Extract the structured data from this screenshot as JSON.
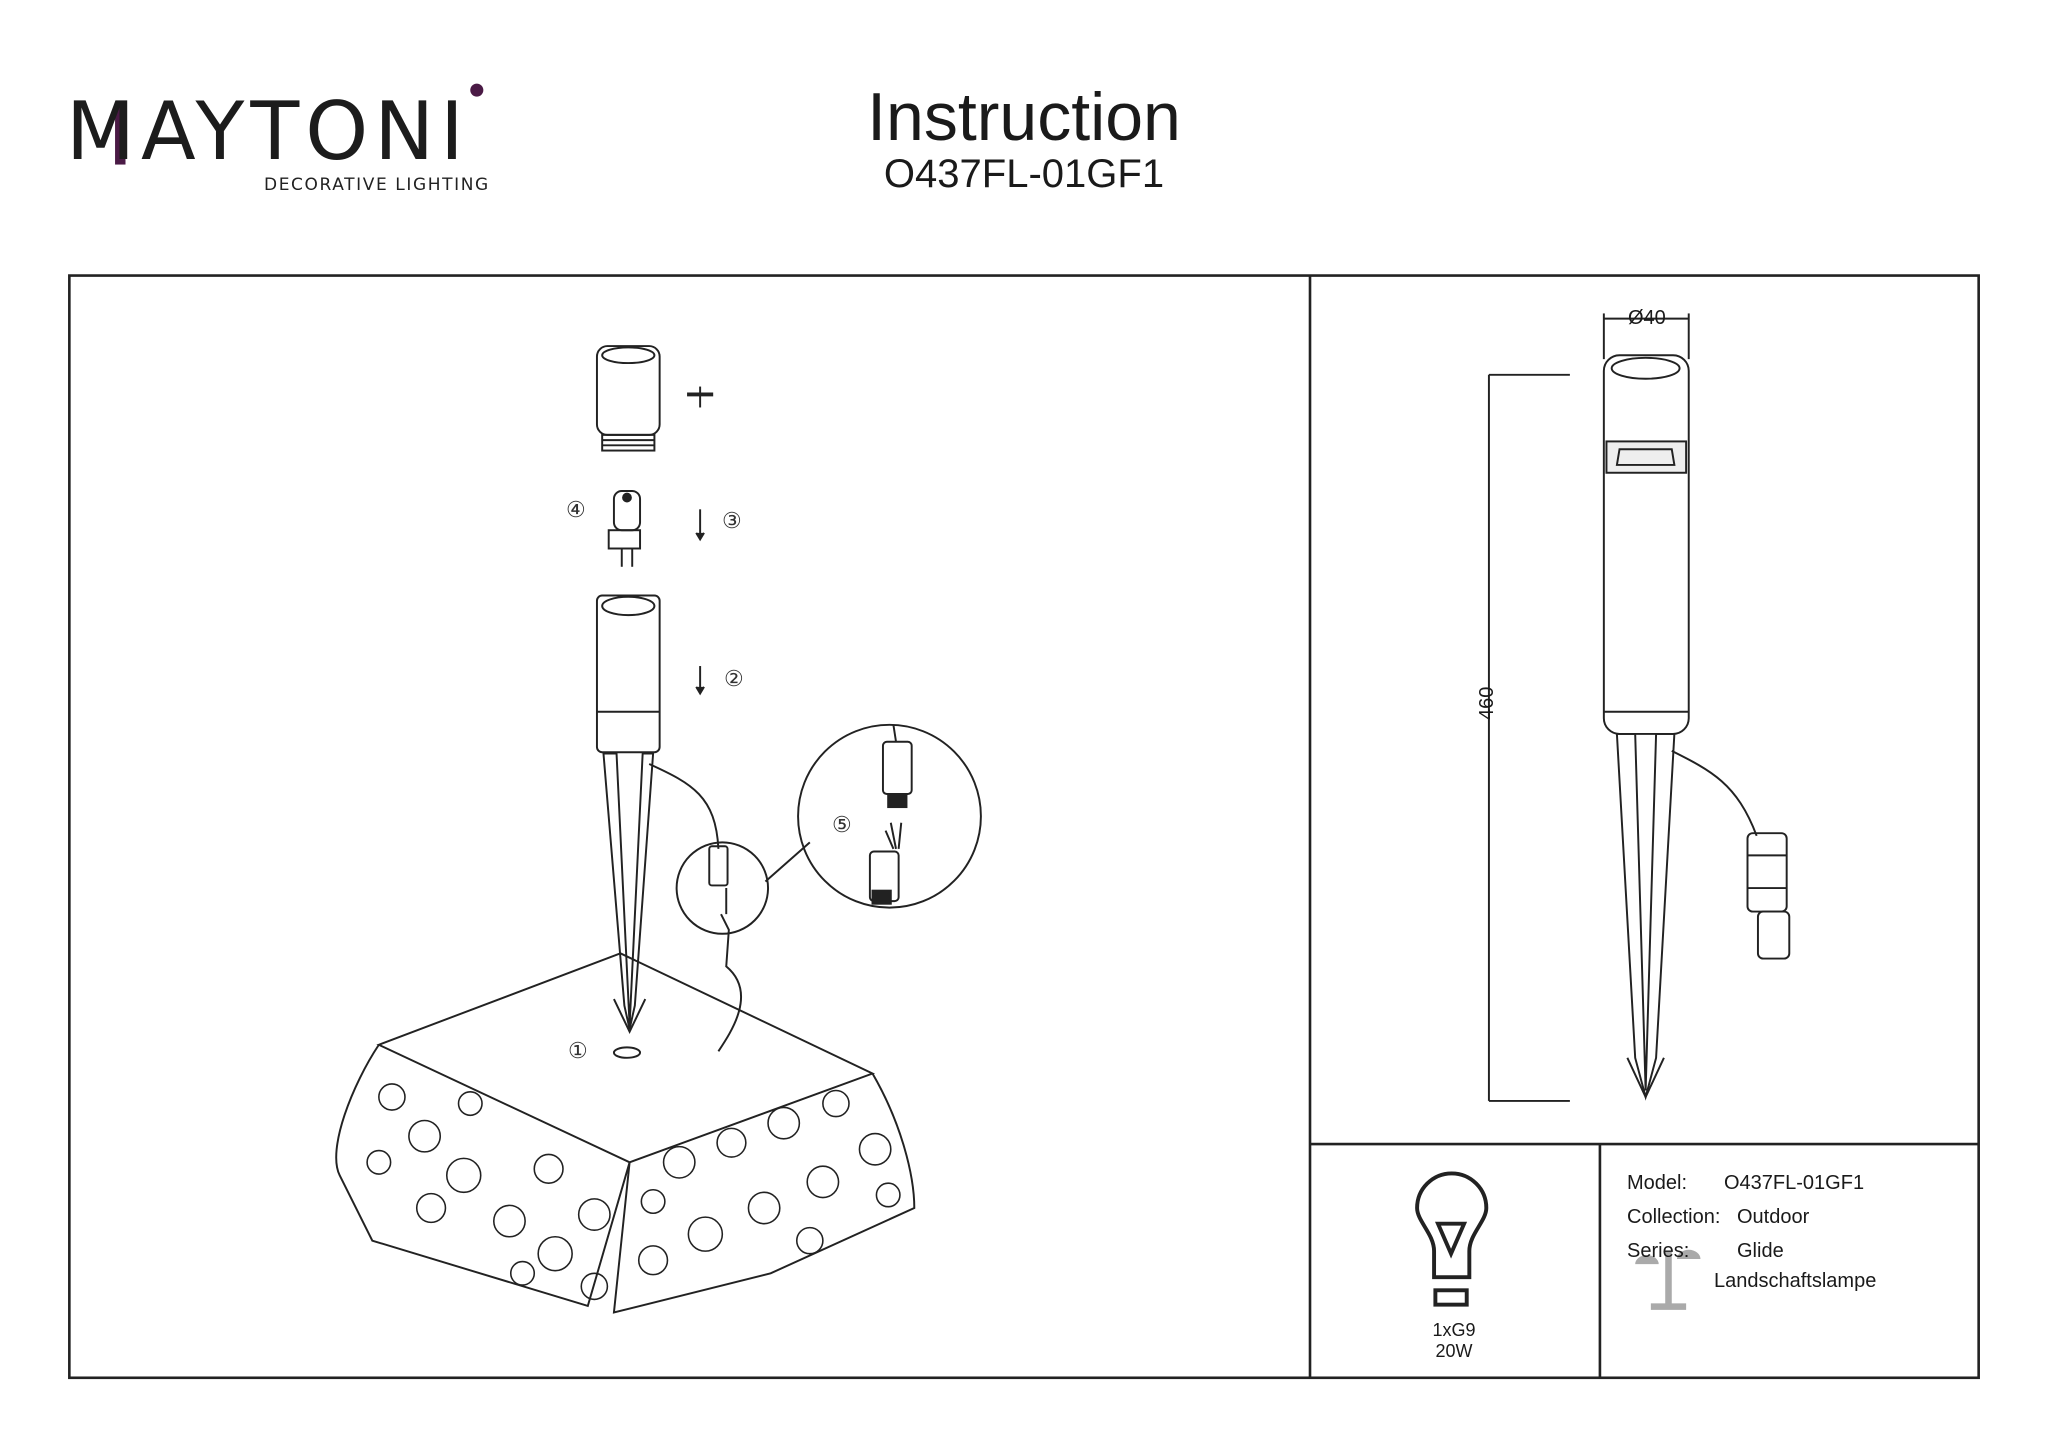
{
  "header": {
    "brand": "MAYTONI",
    "brand_tagline": "DECORATIVE LIGHTING",
    "title": "Instruction",
    "model_code": "O437FL-01GF1",
    "brand_accent": "#4a1a45"
  },
  "assembly": {
    "steps": [
      "①",
      "②",
      "③",
      "④",
      "⑤"
    ]
  },
  "dimensions": {
    "diameter": "Ø40",
    "height": "460"
  },
  "bulb": {
    "icon": "light-bulb-icon",
    "spec": "1xG9 20W"
  },
  "specs": {
    "model_label": "Model:",
    "model_value": "O437FL-01GF1",
    "collection_label": "Collection:",
    "collection_value": "Outdoor",
    "series_label": "Series:",
    "series_value": "Glide",
    "type_icon": "landscape-lamp-icon",
    "type_value": "Landschaftslampe"
  }
}
